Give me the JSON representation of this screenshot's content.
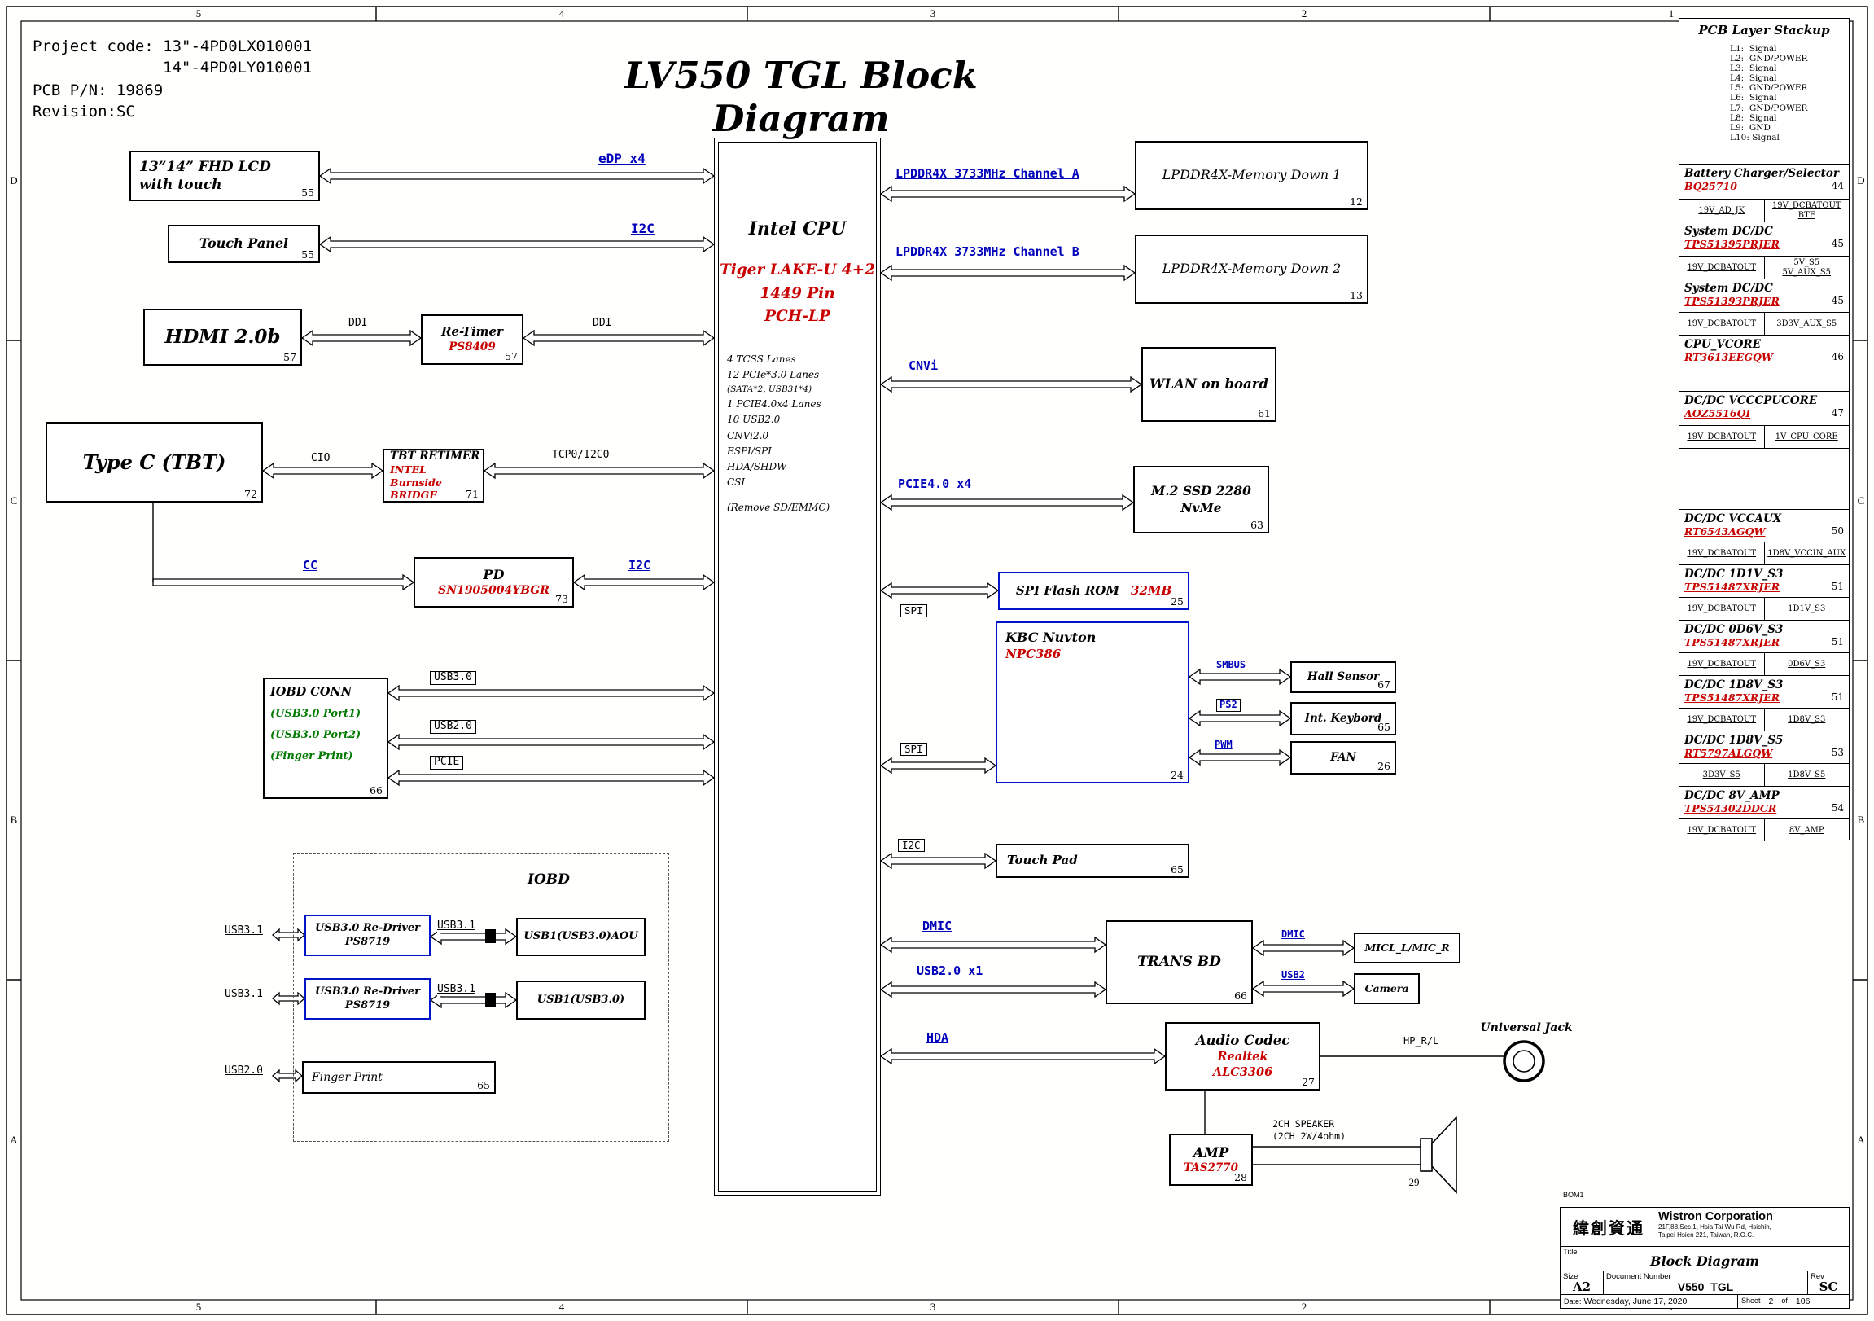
{
  "frame": {
    "cols": [
      "5",
      "4",
      "3",
      "2",
      "1"
    ],
    "rows": [
      "D",
      "C",
      "B",
      "A"
    ]
  },
  "header": {
    "project_line1": "Project code: 13\"-4PD0LX010001",
    "project_line2": "14\"-4PD0LY010001",
    "pcb_pn": "PCB P/N: 19869",
    "revision": "Revision:SC",
    "title": "LV550 TGL Block Diagram"
  },
  "cpu": {
    "name": "Intel CPU",
    "red1": "Tiger LAKE-U 4+2",
    "red2": "1449 Pin",
    "red3": "PCH-LP",
    "features": [
      "4 TCSS Lanes",
      "12 PCIe*3.0 Lanes",
      "(SATA*2, USB31*4)",
      "1 PCIE4.0x4 Lanes",
      "10 USB2.0",
      "CNVi2.0",
      "ESPI/SPI",
      "HDA/SHDW",
      "CSI",
      "(Remove SD/EMMC)"
    ]
  },
  "blocks": {
    "lcd": {
      "line1": "13”14” FHD LCD",
      "line2": "with touch",
      "page": "55"
    },
    "touch_panel": {
      "label": "Touch Panel",
      "page": "55"
    },
    "hdmi": {
      "label": "HDMI 2.0b",
      "page": "57"
    },
    "retimer": {
      "line1": "Re-Timer",
      "part": "PS8409",
      "page": "57"
    },
    "typec": {
      "label": "Type C (TBT)",
      "page": "72"
    },
    "tbt_retimer": {
      "line1": "TBT RETIMER",
      "part1": "INTEL",
      "part2": "Burnside BRIDGE",
      "page": "71"
    },
    "pd": {
      "line1": "PD",
      "part": "SN1905004YBGR",
      "page": "73"
    },
    "iobd_conn": {
      "line1": "IOBD CONN",
      "g1": "(USB3.0 Port1)",
      "g2": "(USB3.0 Port2)",
      "g3": "(Finger Print)",
      "page": "66"
    },
    "mem1": {
      "label": "LPDDR4X-Memory Down 1",
      "page": "12"
    },
    "mem2": {
      "label": "LPDDR4X-Memory Down 2",
      "page": "13"
    },
    "wlan": {
      "label": "WLAN on board",
      "page": "61"
    },
    "ssd": {
      "line1": "M.2 SSD 2280",
      "line2": "NvMe",
      "page": "63"
    },
    "spi_flash": {
      "line1": "SPI Flash ROM",
      "part": "32MB",
      "page": "25"
    },
    "kbc": {
      "line1": "KBC Nuvton",
      "part": "NPC386",
      "page": "24"
    },
    "hall": {
      "label": "Hall Sensor",
      "page": "67"
    },
    "keyboard": {
      "label": "Int. Keybord",
      "page": "65"
    },
    "fan": {
      "label": "FAN",
      "page": "26"
    },
    "touchpad": {
      "label": "Touch Pad",
      "page": "65"
    },
    "transbd": {
      "label": "TRANS BD",
      "page": "66"
    },
    "micl": {
      "label": "MICL_L/MIC_R"
    },
    "camera": {
      "label": "Camera"
    },
    "audio": {
      "line1": "Audio Codec",
      "part1": "Realtek",
      "part2": "ALC3306",
      "page": "27"
    },
    "jack": {
      "label": "Universal Jack"
    },
    "amp": {
      "line1": "AMP",
      "part": "TAS2770",
      "page": "28"
    },
    "speaker": {
      "line1": "2CH SPEAKER",
      "line2": "(2CH 2W/4ohm)",
      "page": "29"
    }
  },
  "iobd": {
    "title": "IOBD",
    "left1": "USB3.1",
    "left2": "USB3.1",
    "left3": "USB2.0",
    "mid1": "USB3.1",
    "mid2": "USB3.1",
    "redriver1_line1": "USB3.0 Re-Driver",
    "redriver1_part": "PS8719",
    "redriver2_line1": "USB3.0 Re-Driver",
    "redriver2_part": "PS8719",
    "usb1_aou": "USB1(USB3.0)AOU",
    "usb1": "USB1(USB3.0)",
    "finger_label": "Finger Print",
    "finger_page": "65"
  },
  "nets": {
    "edp": "eDP x4",
    "i2c_touch": "I2C",
    "ddi1": "DDI",
    "ddi2": "DDI",
    "cio": "CIO",
    "tcp0": "TCP0/I2C0",
    "cc": "CC",
    "i2c_pd": "I2C",
    "usb30": "USB3.0",
    "usb20": "USB2.0",
    "pcie": "PCIE",
    "ch_a": "LPDDR4X 3733MHz Channel A",
    "ch_b": "LPDDR4X 3733MHz Channel B",
    "cnvi": "CNVi",
    "pcie4": "PCIE4.0 x4",
    "spi1": "SPI",
    "spi2": "SPI",
    "smbus": "SMBUS",
    "ps2": "PS2",
    "pwm": "PWM",
    "i2c_tp": "I2C",
    "dmic": "DMIC",
    "usb20x1": "USB2.0 x1",
    "hda": "HDA",
    "dmic2": "DMIC",
    "usb2": "USB2",
    "hp_rl": "HP_R/L"
  },
  "stackup": {
    "title": "PCB Layer Stackup",
    "layers": [
      "L1:  Signal",
      "L2:  GND/POWER",
      "L3:  Signal",
      "L4:  Signal",
      "L5:  GND/POWER",
      "L6:  Signal",
      "L7:  GND/POWER",
      "L8:  Signal",
      "L9:  GND",
      "L10: Signal"
    ]
  },
  "power": [
    {
      "title": "Battery Charger/Selector",
      "part": "BQ25710",
      "page": "44",
      "in1": "19V_AD_JK",
      "out1": "19V_DCBATOUT",
      "out2": "BTF"
    },
    {
      "title": "System DC/DC",
      "part": "TPS51395PRJER",
      "page": "45",
      "in1": "19V_DCBATOUT",
      "out1": "5V_S5",
      "out2": "5V_AUX_S5"
    },
    {
      "title": "System DC/DC",
      "part": "TPS51393PRJER",
      "page": "45",
      "in1": "19V_DCBATOUT",
      "out1": "3D3V_AUX_S5"
    },
    {
      "title": "CPU_VCORE",
      "part": "RT3613EEGQW",
      "page": "46"
    },
    {
      "title": "DC/DC VCCCPUCORE",
      "part": "AOZ5516QI",
      "page": "47",
      "in1": "19V_DCBATOUT",
      "out1": "1V_CPU_CORE"
    },
    {
      "title": "DC/DC VCCAUX",
      "part": "RT6543AGQW",
      "page": "50",
      "in1": "19V_DCBATOUT",
      "out1": "1D8V_VCCIN_AUX"
    },
    {
      "title": "DC/DC 1D1V_S3",
      "part": "TPS51487XRJER",
      "page": "51",
      "in1": "19V_DCBATOUT",
      "out1": "1D1V_S3"
    },
    {
      "title": "DC/DC 0D6V_S3",
      "part": "TPS51487XRJER",
      "page": "51",
      "in1": "19V_DCBATOUT",
      "out1": "0D6V_S3"
    },
    {
      "title": "DC/DC 1D8V_S3",
      "part": "TPS51487XRJER",
      "page": "51",
      "in1": "19V_DCBATOUT",
      "out1": "1D8V_S3"
    },
    {
      "title": "DC/DC 1D8V_S5",
      "part": "RT5797ALGQW",
      "page": "53",
      "in1": "3D3V_S5",
      "out1": "1D8V_S5"
    },
    {
      "title": "DC/DC 8V_AMP",
      "part": "TPS54302DDCR",
      "page": "54",
      "in1": "19V_DCBATOUT",
      "out1": "8V_AMP"
    }
  ],
  "title_block": {
    "bom": "BOM1",
    "logo": "緯創資通",
    "company": "Wistron Corporation",
    "address1": "21F,88,Sec.1, Hsia Tai Wu Rd, Hsichih,",
    "address2": "Taipei Hsien 221, Taiwan, R.O.C.",
    "title_label": "Title",
    "title": "Block Diagram",
    "size_label": "Size",
    "size": "A2",
    "doc_label": "Document Number",
    "doc": "V550_TGL",
    "rev_label": "Rev",
    "rev": "SC",
    "date_label": "Date:",
    "date": "Wednesday, June 17, 2020",
    "sheet_label": "Sheet",
    "sheet_num": "2",
    "of_label": "of",
    "sheet_total": "106"
  }
}
